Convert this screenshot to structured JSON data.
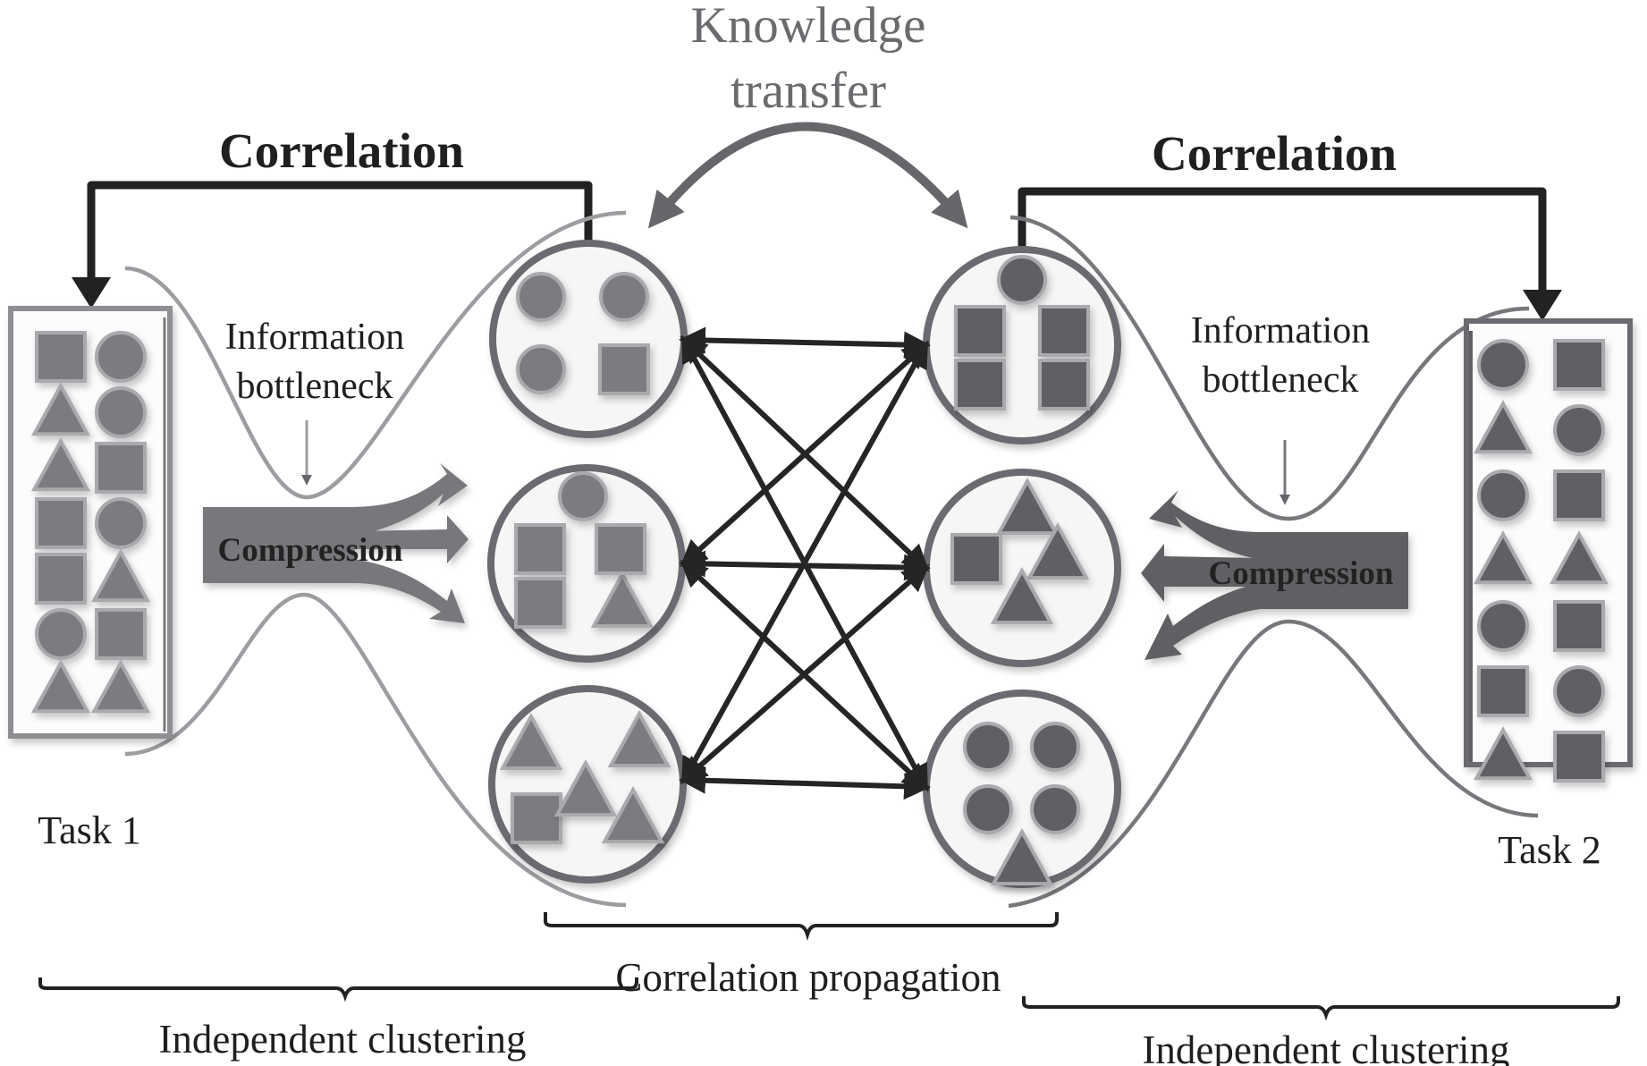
{
  "title": "Correlation-based multi-task clustering diagram",
  "labels": {
    "knowledge_transfer_line1": "Knowledge",
    "knowledge_transfer_line2": "transfer",
    "correlation_left": "Correlation",
    "correlation_right": "Correlation",
    "ib_left_line1": "Information",
    "ib_left_line2": "bottleneck",
    "ib_right_line1": "Information",
    "ib_right_line2": "bottleneck",
    "compression_left": "Compression",
    "compression_right": "Compression",
    "task1": "Task 1",
    "task2": "Task 2",
    "correlation_propagation": "Correlation propagation",
    "independent_clustering_left": "Independent clustering",
    "independent_clustering_right": "Independent clustering"
  },
  "tasks": [
    {
      "name": "Task 1",
      "items": [
        [
          "square",
          "circle"
        ],
        [
          "triangle",
          "circle"
        ],
        [
          "triangle",
          "square"
        ],
        [
          "square",
          "circle"
        ],
        [
          "square",
          "triangle"
        ],
        [
          "circle",
          "square"
        ],
        [
          "triangle",
          "triangle"
        ]
      ]
    },
    {
      "name": "Task 2",
      "items": [
        [
          "circle",
          "square"
        ],
        [
          "triangle",
          "circle"
        ],
        [
          "circle",
          "square"
        ],
        [
          "triangle",
          "triangle"
        ],
        [
          "circle",
          "square"
        ],
        [
          "square",
          "circle"
        ],
        [
          "triangle",
          "square"
        ]
      ]
    }
  ],
  "clusters": {
    "task1": [
      [
        "circle",
        "circle",
        "circle",
        "square"
      ],
      [
        "circle",
        "square",
        "square",
        "triangle",
        "square"
      ],
      [
        "triangle",
        "triangle",
        "square",
        "triangle",
        "triangle"
      ]
    ],
    "task2": [
      [
        "circle",
        "square",
        "square",
        "square",
        "square"
      ],
      [
        "triangle",
        "square",
        "triangle",
        "triangle"
      ],
      [
        "circle",
        "circle",
        "circle",
        "circle",
        "triangle"
      ]
    ]
  },
  "colors": {
    "task1_shape": "#7b7c80",
    "task2_shape": "#5f6064",
    "arrow_dark": "#222222",
    "knowledge_transfer": "#66676b"
  }
}
